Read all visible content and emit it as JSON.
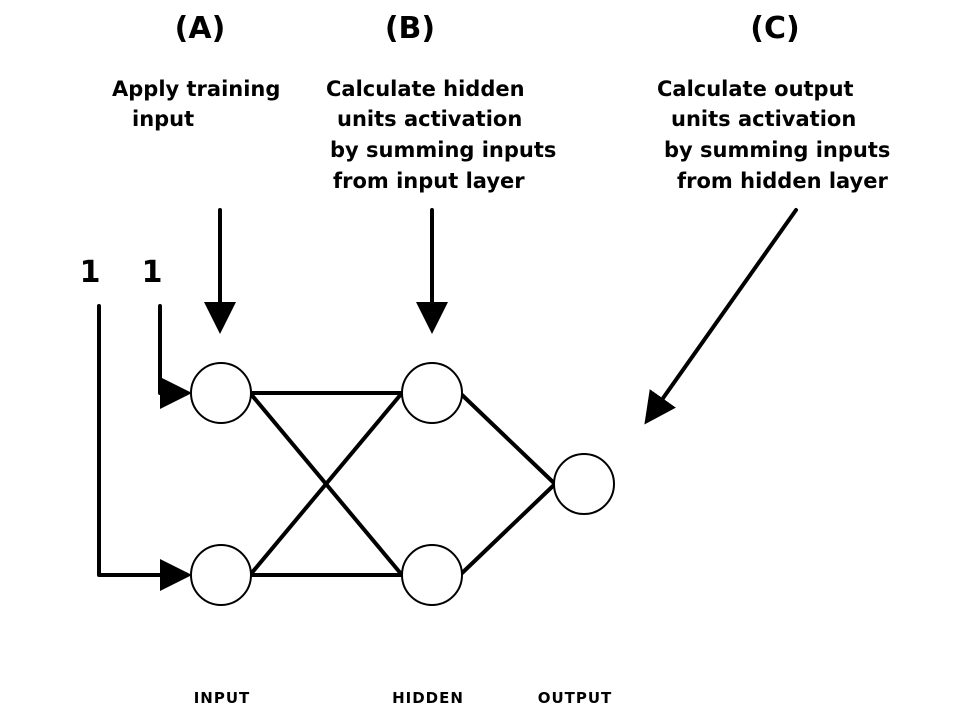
{
  "panels": {
    "a": {
      "label": "(A)",
      "lines": [
        "Apply training",
        "input"
      ]
    },
    "b": {
      "label": "(B)",
      "lines": [
        "Calculate hidden",
        "units activation",
        "by summing inputs",
        "from input layer"
      ]
    },
    "c": {
      "label": "(C)",
      "lines": [
        "Calculate output",
        "units activation",
        "by summing inputs",
        "from hidden layer"
      ]
    }
  },
  "inputs": [
    "1",
    "1"
  ],
  "layers": {
    "input": "INPUT",
    "hidden": "HIDDEN",
    "output": "OUTPUT"
  }
}
